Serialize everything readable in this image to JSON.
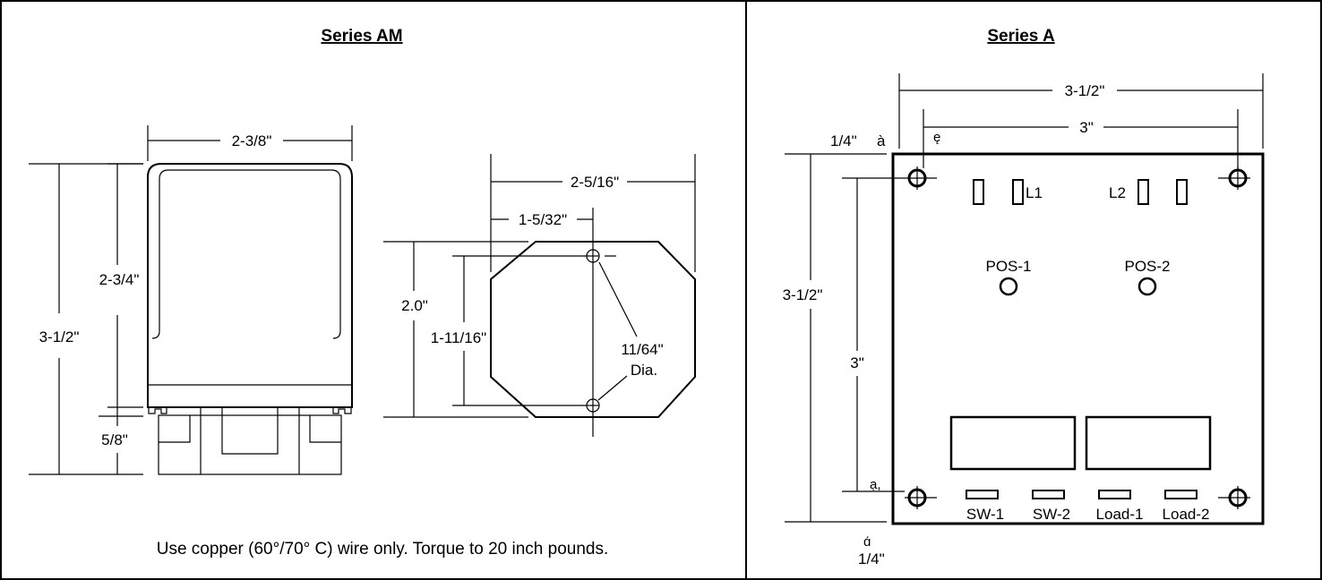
{
  "left_panel": {
    "title": "Series AM",
    "dim_width": "2-3/8\"",
    "dim_inner_height": "2-3/4\"",
    "dim_total_height": "3-1/2\"",
    "dim_base": "5/8\"",
    "dim_hex_width": "2-5/16\"",
    "dim_hole_offset": "1-5/32\"",
    "dim_hex_height": "2.0\"",
    "dim_hole_spacing": "1-11/16\"",
    "hole_size": "11/64\"",
    "hole_dia": "Dia.",
    "note": "Use copper (60°/70° C) wire only.  Torque to 20 inch pounds."
  },
  "right_panel": {
    "title": "Series A",
    "dim_outer_width": "3-1/2\"",
    "dim_hole_width": "3\"",
    "dim_margin_top": "1/4\"",
    "dim_outer_height": "3-1/2\"",
    "dim_hole_height": "3\"",
    "dim_margin_bottom": "1/4\"",
    "terminal_l1": "L1",
    "terminal_l2": "L2",
    "pos1": "POS-1",
    "pos2": "POS-2",
    "sw1": "SW-1",
    "sw2": "SW-2",
    "load1": "Load-1",
    "load2": "Load-2",
    "glyph_a": "à",
    "glyph_b": "ę",
    "glyph_c": "ạ,",
    "glyph_d": "ɑ́"
  }
}
